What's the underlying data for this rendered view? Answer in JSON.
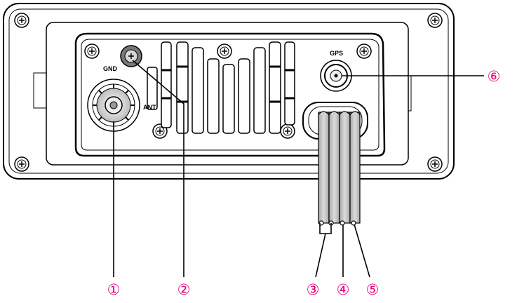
{
  "labels": {
    "gnd": "GND",
    "ant": "ANT",
    "gps": "GPS"
  },
  "callouts": [
    "①",
    "②",
    "③",
    "④",
    "⑤",
    "⑥"
  ],
  "colors": {
    "callout": "#e6007e",
    "line": "#000000",
    "cable": "#c9c9c9"
  }
}
